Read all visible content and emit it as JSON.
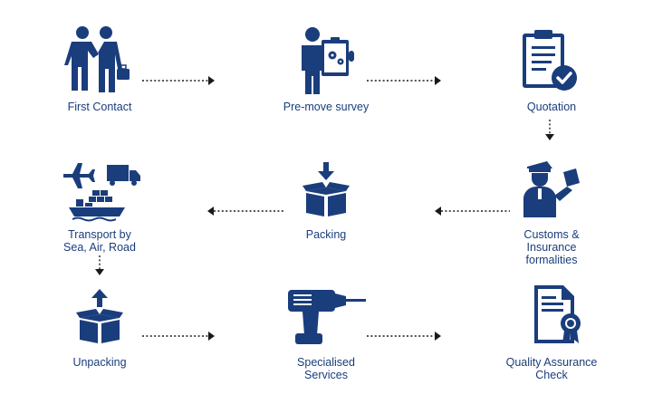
{
  "colors": {
    "icon": "#1a3d7c",
    "text": "#1a3d7c",
    "connector": "#1a1a1a",
    "background": "#ffffff"
  },
  "steps": [
    {
      "label": "First Contact",
      "icon": "handshake-icon"
    },
    {
      "label": "Pre-move survey",
      "icon": "surveyor-clipboard-icon"
    },
    {
      "label": "Quotation",
      "icon": "checklist-clipboard-icon"
    },
    {
      "label": "Customs &\nInsurance\nformalities",
      "icon": "customs-officer-icon"
    },
    {
      "label": "Packing",
      "icon": "packing-box-icon"
    },
    {
      "label": "Transport by\nSea, Air, Road",
      "icon": "transport-plane-truck-ship-icon"
    },
    {
      "label": "Unpacking",
      "icon": "unpacking-box-icon"
    },
    {
      "label": "Specialised\nServices",
      "icon": "power-drill-icon"
    },
    {
      "label": "Quality Assurance\nCheck",
      "icon": "certificate-icon"
    }
  ]
}
